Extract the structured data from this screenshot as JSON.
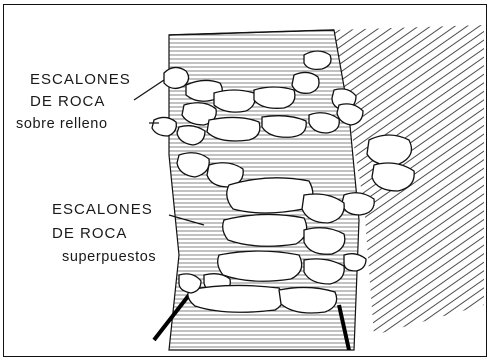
{
  "labels": {
    "top_line1": "ESCALONES",
    "top_line2": "DE ROCA",
    "top_line3": "sobre relleno",
    "bottom_line1": "ESCALONES",
    "bottom_line2": "DE ROCA",
    "bottom_line3": "superpuestos"
  },
  "colors": {
    "ink": "#1a1a1a",
    "paper": "#ffffff"
  }
}
